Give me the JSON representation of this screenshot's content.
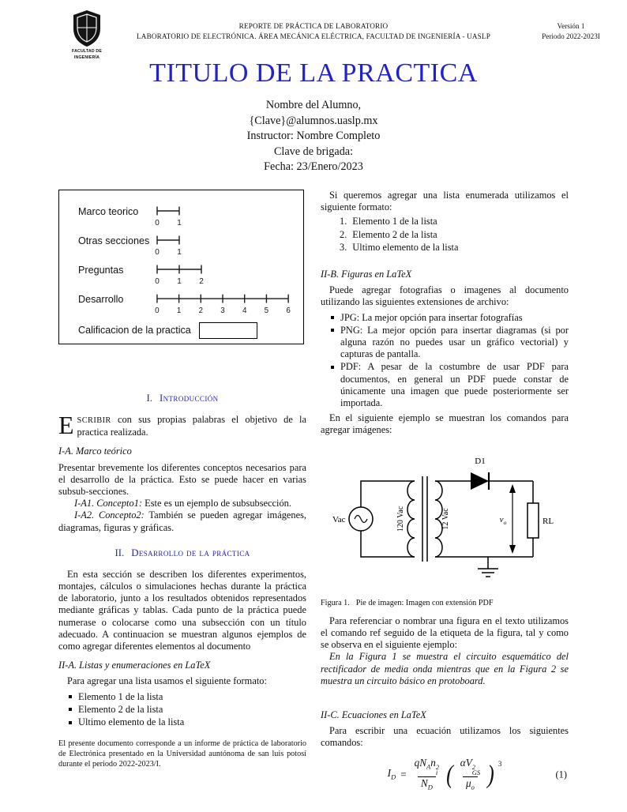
{
  "header": {
    "logo_caption1": "FACULTAD DE",
    "logo_caption2": "INGENIERÍA",
    "center_line1": "REPORTE DE PRÁCTICA DE LABORATORIO",
    "center_line2": "LABORATORIO DE ELECTRÓNICA. ÁREA MECÁNICA ELÉCTRICA, FACULTAD DE INGENIERÍA - UASLP",
    "version": "Versión 1",
    "period": "Periodo 2022-2023I"
  },
  "title": "TITULO DE LA PRACTICA",
  "author": {
    "name": "Nombre del Alumno,",
    "email": "{Clave}@alumnos.uaslp.mx",
    "instructor": "Instructor: Nombre Completo",
    "brigade": "Clave de brigada:",
    "date": "Fecha: 23/Enero/2023"
  },
  "rubric": {
    "rows": [
      {
        "label": "Marco teorico",
        "ticks": [
          "0",
          "1"
        ]
      },
      {
        "label": "Otras secciones",
        "ticks": [
          "0",
          "1"
        ]
      },
      {
        "label": "Preguntas",
        "ticks": [
          "0",
          "1",
          "2"
        ]
      },
      {
        "label": "Desarrollo",
        "ticks": [
          "0",
          "1",
          "2",
          "3",
          "4",
          "5",
          "6"
        ]
      }
    ],
    "grade_label": "Calificacion de la practica"
  },
  "intro": {
    "number": "I.",
    "title": "Introducción",
    "dropcap": "E",
    "lead_caps": "SCRIBIR",
    "lead_rest": "con sus propias palabras el objetivo de la practica realizada.",
    "sub_a_label": "I-A.",
    "sub_a_title": "Marco teórico",
    "sub_a_body": "Presentar brevemente los diferentes conceptos necesarios para el desarrollo de la práctica. Esto se puede hacer en varias subsub-secciones.",
    "sub_a1_label": "I-A1. Concepto1:",
    "sub_a1_text": "Este es un ejemplo de subsubsección.",
    "sub_a2_label": "I-A2. Concepto2:",
    "sub_a2_text": "También se pueden agregar imágenes, diagramas, figuras y gráficas."
  },
  "desarrollo": {
    "number": "II.",
    "title": "Desarrollo de la práctica",
    "body": "En esta sección se describen los diferentes experimentos, montajes, cálculos o simulaciones hechas durante la práctica de laboratorio, junto a los resultados obtenidos representados mediante gráficas y tablas. Cada punto de la práctica puede numerase o colocarse como una subsección con un título adecuado. A continuacion se muestran algunos ejemplos de como agregar diferentes elementos al documento",
    "sub_a_label": "II-A.",
    "sub_a_title": "Listas y enumeraciones en LaTeX",
    "list_intro": "Para agregar una lista usamos el siguiente formato:",
    "bullets": [
      "Elemento 1 de la lista",
      "Elemento 2 de la lista",
      "Ultimo elemento de la lista"
    ],
    "enum_intro": "Si queremos agregar una lista enumerada utilizamos el siguiente formato:",
    "enum_items": [
      {
        "num": "1.",
        "text": "Elemento 1 de la lista"
      },
      {
        "num": "2.",
        "text": "Elemento 2 de la lista"
      },
      {
        "num": "3.",
        "text": "Ultimo elemento de la lista"
      }
    ],
    "sub_b_label": "II-B.",
    "sub_b_title": "Figuras en LaTeX",
    "fig_intro": "Puede agregar fotografias o imagenes al documento utilizando las siguientes extensiones de archivo:",
    "fig_bullets": [
      "JPG: La mejor opción para insertar fotografías",
      "PNG: La mejor opción para insertar diagramas (si por alguna razón no puedes usar un gráfico vectorial) y capturas de pantalla.",
      "PDF: A pesar de la costumbre de usar PDF para documentos, en general un PDF puede constar de únicamente una imagen que puede posteriormente ser importada."
    ],
    "fig_example_intro": "En el siguiente ejemplo se muestran los comandos para agregar imágenes:",
    "ref_par": "Para referenciar o nombrar una figura en el texto utilizamos el comando ref seguido de la etiqueta de la figura, tal y como se observa en el siguiente ejemplo:",
    "ref_example": "En la Figura 1 se muestra el circuito esquemático del rectificador de media onda mientras que en la Figura 2 se muestra un circuito básico en protoboard.",
    "sub_c_label": "II-C.",
    "sub_c_title": "Ecuaciones en LaTeX",
    "eq_intro": "Para escribir una ecuación utilizamos los siguientes comandos:"
  },
  "figure": {
    "caption_tag": "Figura 1.",
    "caption_text": "Pie de imagen: Imagen con extensión PDF",
    "labels": {
      "source": "Vac",
      "primary": "120 Vac",
      "secondary": "12 Vac",
      "diode": "D1",
      "vo_base": "v",
      "vo_sub": "o",
      "load": "RL"
    }
  },
  "equation": {
    "number": "(1)",
    "lhs_base": "I",
    "lhs_sub": "D",
    "rel": "=",
    "f1n_t1": "qN",
    "f1n_t1_sub": "A",
    "f1n_t2": "n",
    "f1n_t2_sub": "i",
    "f1n_t2_sup": "2",
    "f1d": "N",
    "f1d_sub": "D",
    "paren_open": "(",
    "paren_close": ")",
    "f2n": "αV",
    "f2n_sub": "GS",
    "f2n_sup": "2",
    "f2d": "μ",
    "f2d_sub": "o",
    "pow": "3"
  },
  "footnote": "El presente documento corresponde a un informe de práctica de laboratorio de Electrónica presentado en la Universidad auntónoma de san luis potosí durante el periodo 2022-2023/I.",
  "colors": {
    "accent": "#2222CC"
  }
}
